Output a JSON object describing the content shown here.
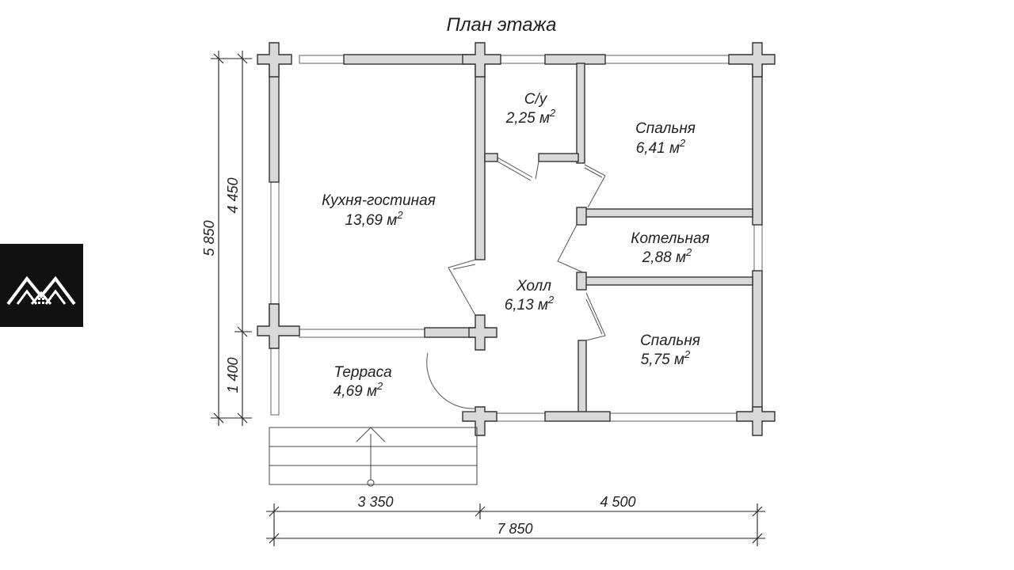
{
  "title": "План этажа",
  "rooms": [
    {
      "name": "С/у",
      "area": "2,25 м"
    },
    {
      "name": "Спальня",
      "area": "6,41 м"
    },
    {
      "name": "Кухня-гостиная",
      "area": "13,69 м"
    },
    {
      "name": "Котельная",
      "area": "2,88 м"
    },
    {
      "name": "Холл",
      "area": "6,13 м"
    },
    {
      "name": "Спальня",
      "area": "5,75 м"
    },
    {
      "name": "Терраса",
      "area": "4,69 м"
    }
  ],
  "area_superscript": "2",
  "dimensions": {
    "bottom_left": "3 350",
    "bottom_right": "4 500",
    "bottom_total": "7 850",
    "left_total": "5 850",
    "left_upper": "4 450",
    "left_lower": "1 400"
  },
  "logo": {
    "icon": "house-roof-logo-icon"
  }
}
